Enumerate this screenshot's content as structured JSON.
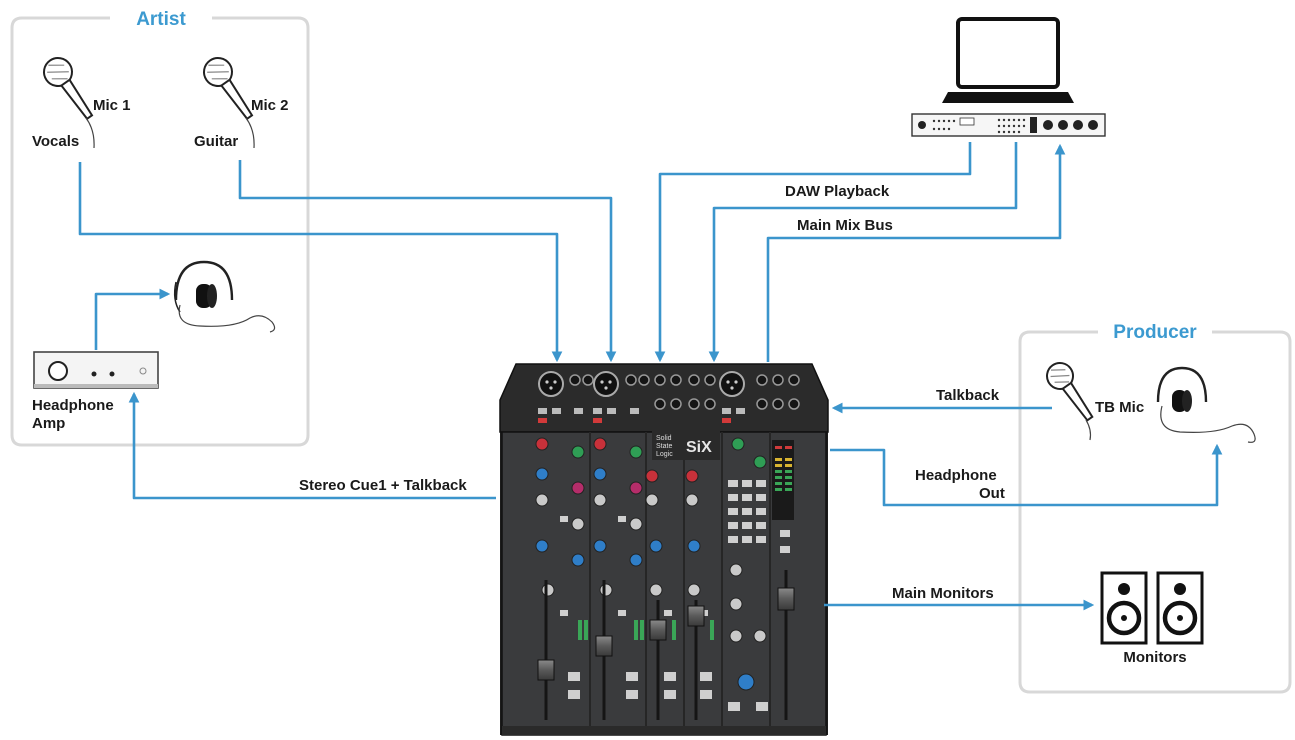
{
  "groups": {
    "artist": "Artist",
    "producer": "Producer"
  },
  "labels": {
    "mic1": "Mic 1",
    "mic2": "Mic 2",
    "vocals": "Vocals",
    "guitar": "Guitar",
    "headphone_amp_line1": "Headphone",
    "headphone_amp_line2": "Amp",
    "daw_playback": "DAW Playback",
    "main_mix_bus": "Main Mix Bus",
    "talkback": "Talkback",
    "tb_mic": "TB Mic",
    "headphone_out_line1": "Headphone",
    "headphone_out_line2": "Out",
    "stereo_cue": "Stereo Cue1 + Talkback",
    "main_monitors": "Main Monitors",
    "monitors": "Monitors"
  },
  "console_badge": {
    "brand_line1": "Solid",
    "brand_line2": "State",
    "brand_line3": "Logic",
    "model": "SiX"
  },
  "colors": {
    "wire": "#3b95cc",
    "group_title": "#3c9ad0",
    "panel_border": "#d8d8d8"
  }
}
